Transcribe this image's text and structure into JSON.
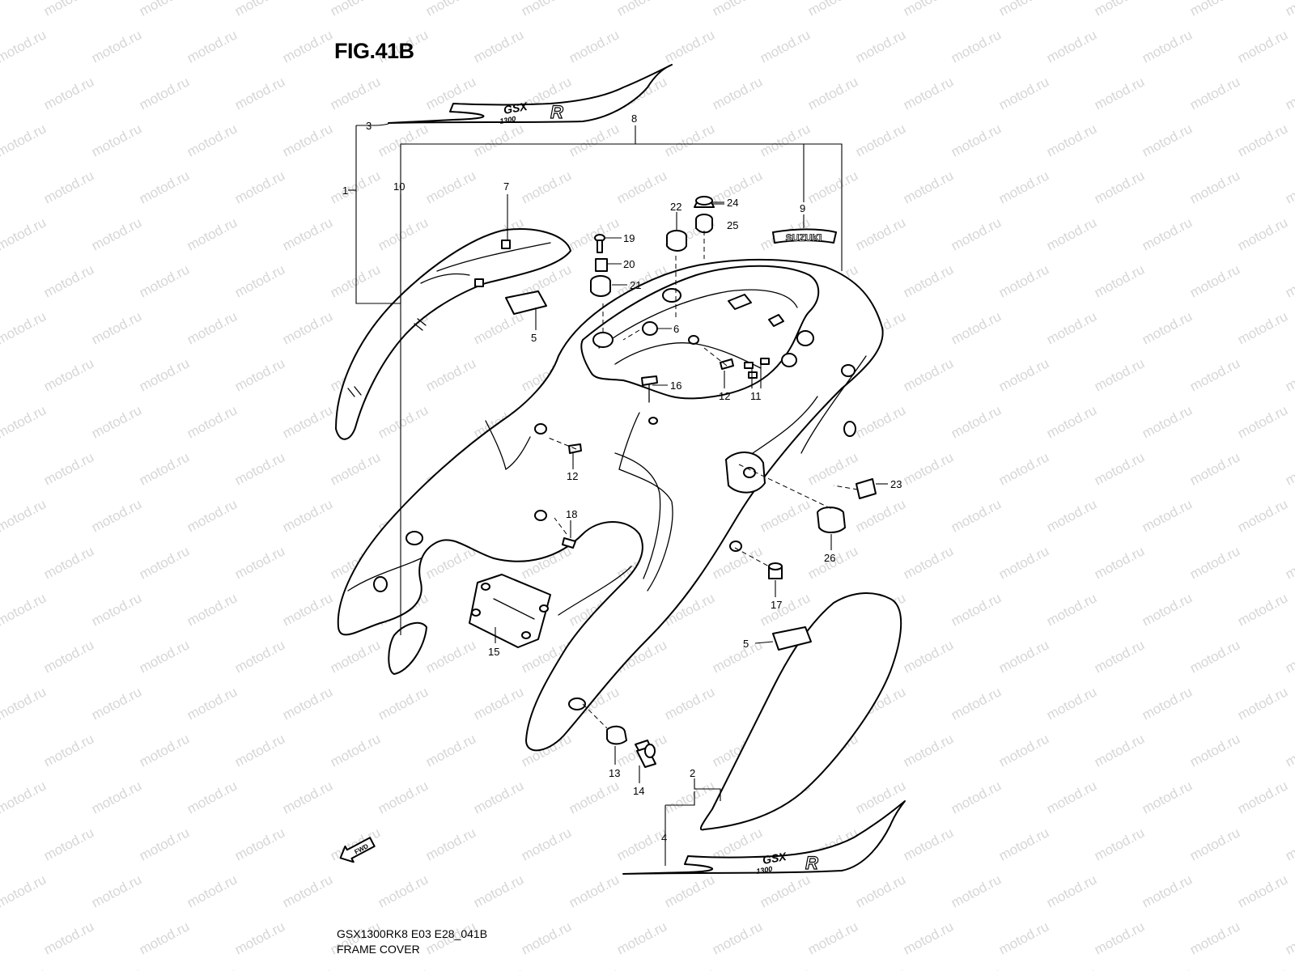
{
  "figure": {
    "title": "FIG.41B",
    "model_code": "GSX1300RK8 E03 E28_041B",
    "name": "FRAME COVER"
  },
  "watermark_text": "motod.ru",
  "decals": {
    "model_badge_line1": "GSX",
    "model_badge_line2": "1300",
    "model_badge_letter": "R",
    "brand": "SUZUKI"
  },
  "direction_arrow": "FWD",
  "callouts": [
    "1",
    "2",
    "3",
    "4",
    "5",
    "5",
    "6",
    "7",
    "8",
    "9",
    "10",
    "11",
    "12",
    "12",
    "13",
    "14",
    "15",
    "16",
    "17",
    "18",
    "19",
    "20",
    "21",
    "22",
    "23",
    "24",
    "25",
    "26"
  ],
  "colors": {
    "line": "#000000",
    "background": "#ffffff",
    "watermark": "#d6d6d6"
  }
}
